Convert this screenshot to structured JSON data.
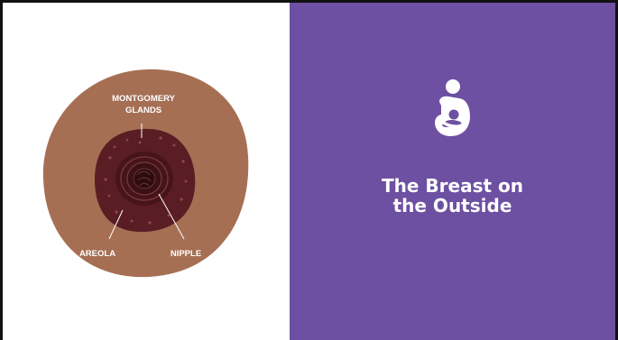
{
  "diagram": {
    "labels": {
      "montgomery_line1": "MONTGOMERY",
      "montgomery_line2": "GLANDS",
      "areola": "AREOLA",
      "nipple": "NIPPLE"
    },
    "colors": {
      "skin": "#a66f54",
      "areola": "#5a1d24",
      "nipple": "#3c1216",
      "label": "#ffffff"
    }
  },
  "title_panel": {
    "icon": "breastfeeding-mother-icon",
    "title_line1": "The Breast on",
    "title_line2": "the Outside",
    "background": "#6d50a1"
  }
}
